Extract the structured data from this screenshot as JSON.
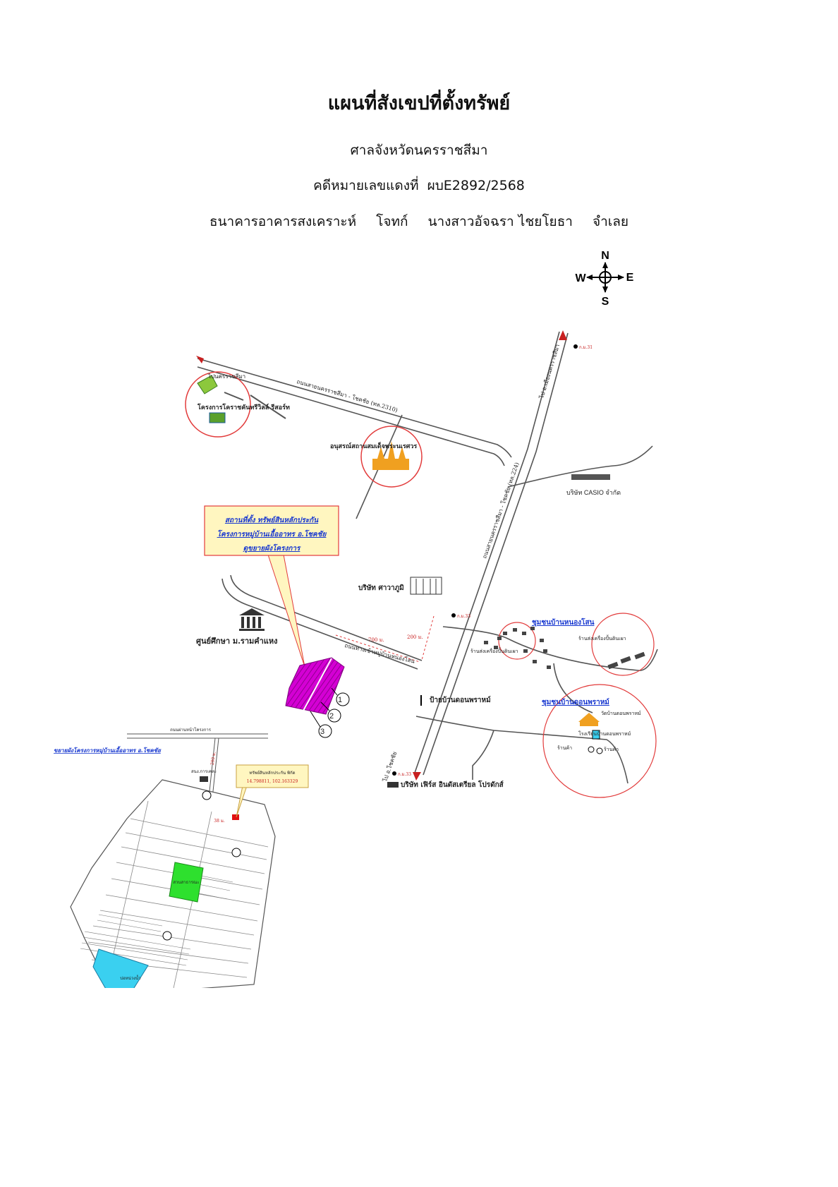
{
  "header": {
    "title": "แผนที่สังเขปที่ตั้งทรัพย์",
    "court": "ศาลจังหวัดนครราชสีมา",
    "case_label": "คดีหมายเลขแดงที่",
    "case_number": "ผบE2892/2568",
    "plaintiff": "ธนาคารอาคารสงเคราะห์",
    "plaintiff_role": "โจทก์",
    "defendant": "นางสาวอัจฉรา ไชยโยธา",
    "defendant_role": "จำเลย"
  },
  "compass": {
    "n": "N",
    "s": "S",
    "e": "E",
    "w": "W"
  },
  "map": {
    "road_to_city": "ไปนครราชสีมา",
    "road_2310": "ถนนสายนครราชสีมา - โชคชัย (ทล.2310)",
    "road_224": "ถนนสายนครราชสีมา - โชคชัย (ทล.224)",
    "to_choke_chai_top": "ไป อ.เมืองนครราชสีมา",
    "to_choke_chai_bottom": "ไป อ.โชคชัย",
    "km_top": "ก.ม.31",
    "km_mid": "ก.ม.33",
    "km_bottom": "ก.ม.33",
    "resort": "โครงการโคราชคันทรีวิลล์ รีสอร์ท",
    "monument": "อนุสรณ์สถานสมเด็จพระนเรศวร",
    "casio": "บริษัท CASIO จำกัด",
    "callout_line1": "สถานที่ตั้ง ทรัพย์สินหลักประกัน",
    "callout_line2": "โครงการหมู่บ้านเอื้ออาทร อ.โชคชัย",
    "callout_line3": "ดูขยายผังโครงการ",
    "company_sawang": "บริษัท ศาวาภูมิ",
    "university": "ศูนย์ศึกษา ม.รามคำแหง",
    "dist_700": "700 ม.",
    "dist_200": "200 ม.",
    "road_village": "ถนนทางเข้าหมู่บ้านหนองโสน",
    "village_nongsano": "ชุมชนบ้านหนองโสน",
    "shop_1": "ร้านส่งเครื่องปั้นดินเผา",
    "shop_2": "ร้านส่งเครื่องปั้นดินเผา",
    "sign_donphraham": "ป้ายบ้านดอนพราหม์",
    "village_donphraham": "ชุมชนบ้านดอนพราหม์",
    "temple": "วัดบ้านดอนพราหม์",
    "school": "โรงเรียนบ้านดอนพราหม์",
    "shop_a": "ร้านค้า",
    "shop_b": "ร้านค้า",
    "factory": "บริษัท เฟิร์ส อินดัสเตรียล โปรดักส์",
    "marker_1": "1",
    "marker_2": "2",
    "marker_3": "3",
    "inset_title": "ขยายผังโครงการหมู่บ้านเอื้ออาทร อ.โชคชัย",
    "inset_road": "ถนนผ่านหน้าโครงการ",
    "inset_office": "สนง.การเคหะ",
    "inset_coord_title": "ทรัพย์สินหลักประกัน พิกัด",
    "inset_coords": "14.798811, 102.163329",
    "inset_park": "สวนสาธารณะ",
    "inset_pond": "บ่อหน่วงน้ำ",
    "inset_dist": "38 ม.",
    "inset_dist_top": "200 ม."
  }
}
